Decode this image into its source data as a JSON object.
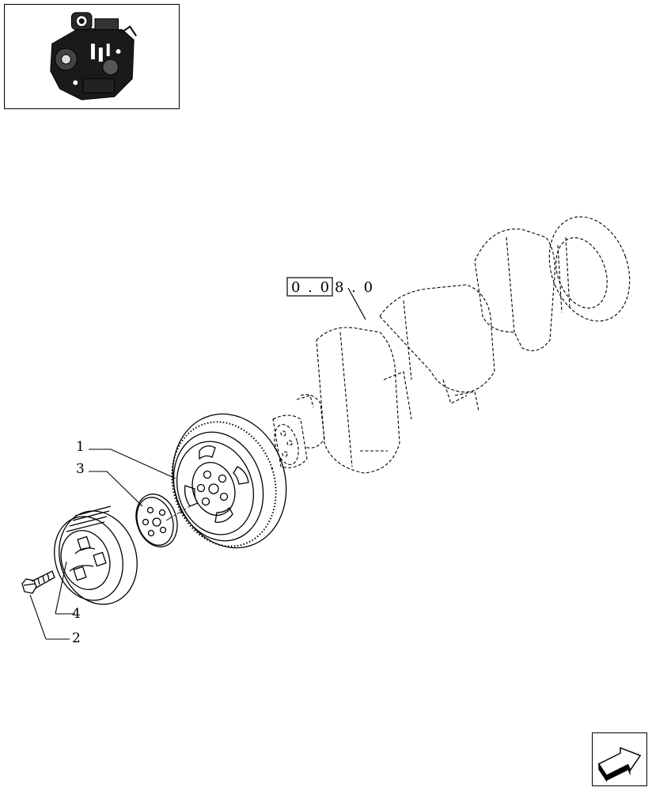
{
  "reference_box": {
    "label": "0 . 0",
    "suffix": "8 . 0"
  },
  "callouts": {
    "part_1": "1",
    "part_2": "2",
    "part_3": "3",
    "part_4": "4"
  },
  "colors": {
    "line": "#000000",
    "background": "#ffffff"
  },
  "icons": {
    "thumbnail": "engine-thumbnail-icon",
    "nav": "next-page-arrow-icon"
  }
}
